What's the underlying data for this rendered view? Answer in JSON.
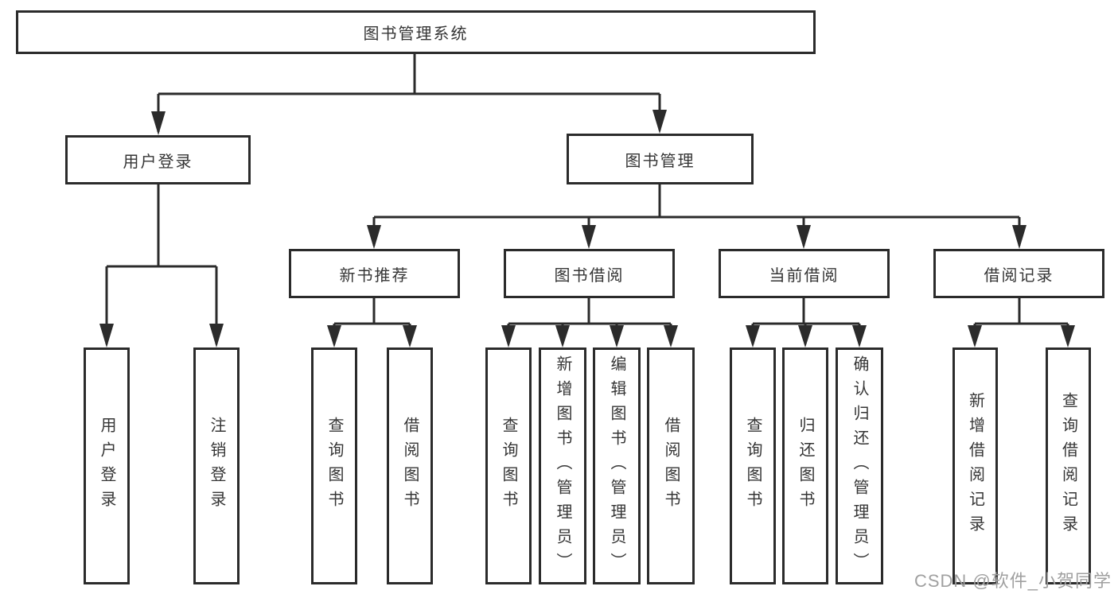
{
  "colors": {
    "background": "#ffffff",
    "line": "#2b2b2b",
    "box_border": "#2b2b2b",
    "box_fill": "#ffffff",
    "text": "#353535",
    "watermark": "#a0a0a0"
  },
  "diagram": {
    "type": "hierarchy-tree",
    "root": {
      "label": "图书管理系统"
    },
    "level2": [
      {
        "label": "用户登录"
      },
      {
        "label": "图书管理"
      }
    ],
    "level3": [
      {
        "label": "新书推荐",
        "parent": "图书管理"
      },
      {
        "label": "图书借阅",
        "parent": "图书管理"
      },
      {
        "label": "当前借阅",
        "parent": "图书管理"
      },
      {
        "label": "借阅记录",
        "parent": "图书管理"
      }
    ],
    "leaves": [
      {
        "label": "用户登录",
        "parent": "用户登录"
      },
      {
        "label": "注销登录",
        "parent": "用户登录"
      },
      {
        "label": "查询图书",
        "parent": "新书推荐"
      },
      {
        "label": "借阅图书",
        "parent": "新书推荐"
      },
      {
        "label": "查询图书",
        "parent": "图书借阅"
      },
      {
        "label": "新增图书（管理员）",
        "parent": "图书借阅"
      },
      {
        "label": "编辑图书（管理员）",
        "parent": "图书借阅"
      },
      {
        "label": "借阅图书",
        "parent": "图书借阅"
      },
      {
        "label": "查询图书",
        "parent": "当前借阅"
      },
      {
        "label": "归还图书",
        "parent": "当前借阅"
      },
      {
        "label": "确认归还（管理员）",
        "parent": "当前借阅"
      },
      {
        "label": "新增借阅记录",
        "parent": "借阅记录"
      },
      {
        "label": "查询借阅记录",
        "parent": "借阅记录"
      }
    ]
  },
  "watermark": {
    "text": "CSDN @软件_小贺同学"
  }
}
